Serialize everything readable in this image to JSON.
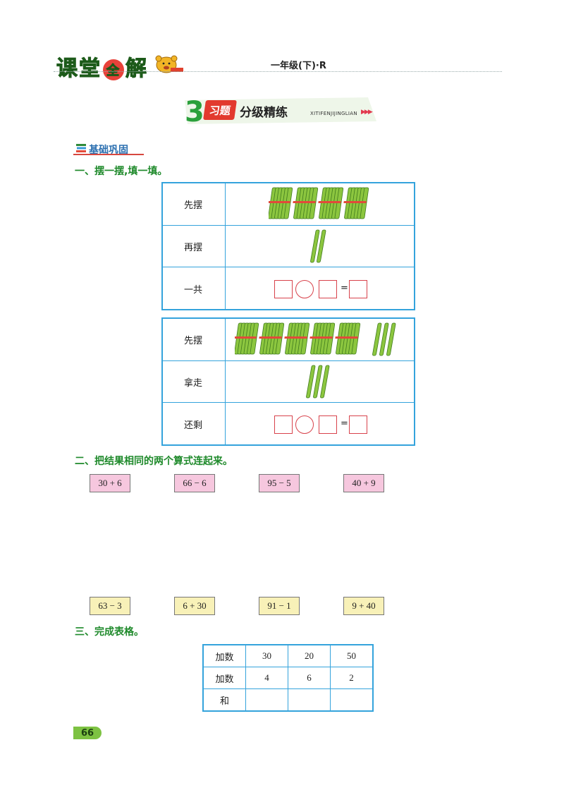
{
  "header": {
    "logo_part1": "课堂",
    "logo_circle": "全",
    "logo_part2": "解",
    "grade": "一年级(下)·R"
  },
  "banner": {
    "number": "3",
    "tag": "习题",
    "title": "分级精练",
    "pinyin": "XITIFENJIJINGLIAN"
  },
  "subheading": "基础巩固",
  "q1": {
    "title": "一、摆一摆,填一填。",
    "table1": {
      "row1": "先摆",
      "row2": "再摆",
      "row3": "一共",
      "bundles": 4,
      "sticks": 2,
      "equals": "="
    },
    "table2": {
      "row1": "先摆",
      "row2": "拿走",
      "row3": "还剩",
      "bundles": 5,
      "sticks_first": 3,
      "sticks_taken": 3,
      "equals": "="
    }
  },
  "q2": {
    "title": "二、把结果相同的两个算式连起来。",
    "top": [
      "30 + 6",
      "66 − 6",
      "95 − 5",
      "40 + 9"
    ],
    "bottom": [
      "63 − 3",
      "6 + 30",
      "91 − 1",
      "9 + 40"
    ]
  },
  "q3": {
    "title": "三、完成表格。",
    "rows": [
      [
        "加数",
        "30",
        "20",
        "50"
      ],
      [
        "加数",
        "4",
        "6",
        "2"
      ],
      [
        "和",
        "",
        "",
        ""
      ]
    ]
  },
  "page_number": "66",
  "colors": {
    "green": "#2f7d2a",
    "border_blue": "#34a3dc",
    "box_red": "#d8424b",
    "card_pink": "#f6c7de",
    "card_yellow": "#f8f1b8"
  }
}
